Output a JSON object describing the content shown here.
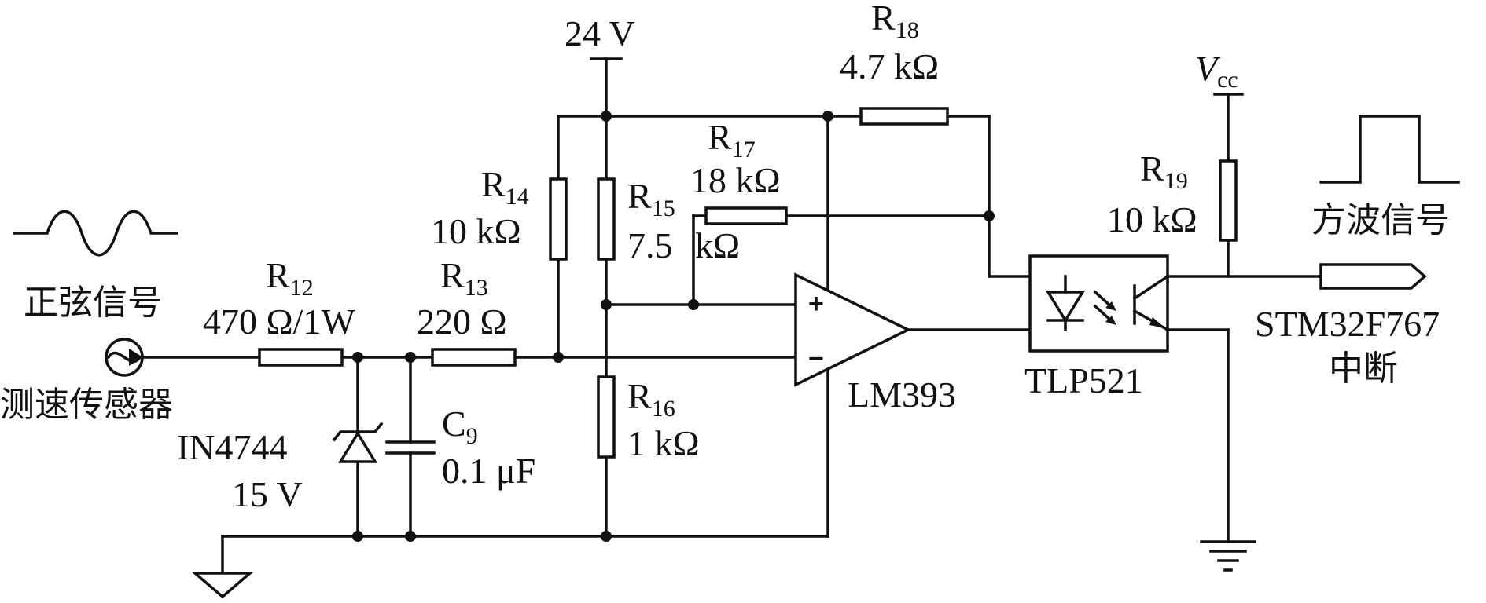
{
  "supply": {
    "label": "24 V"
  },
  "vcc": {
    "main": "V",
    "sub": "cc"
  },
  "resistors": {
    "r12": {
      "name": "R",
      "idx": "12",
      "value": "470 Ω/1W"
    },
    "r13": {
      "name": "R",
      "idx": "13",
      "value": "220 Ω"
    },
    "r14": {
      "name": "R",
      "idx": "14",
      "value": "10 kΩ"
    },
    "r15": {
      "name": "R",
      "idx": "15",
      "value_a": "7.5",
      "value_b": "kΩ"
    },
    "r16": {
      "name": "R",
      "idx": "16",
      "value": "1 kΩ"
    },
    "r17": {
      "name": "R",
      "idx": "17",
      "value": "18 kΩ"
    },
    "r18": {
      "name": "R",
      "idx": "18",
      "value": "4.7 kΩ"
    },
    "r19": {
      "name": "R",
      "idx": "19",
      "value": "10 kΩ"
    }
  },
  "capacitor": {
    "name": "C",
    "idx": "9",
    "value": "0.1 μF"
  },
  "zener": {
    "part": "IN4744",
    "voltage": "15 V"
  },
  "comparator": {
    "part": "LM393",
    "plus": "+",
    "minus": "−"
  },
  "optocoupler": {
    "part": "TLP521"
  },
  "sensor": {
    "signal": "正弦信号",
    "name": "测速传感器"
  },
  "output": {
    "signal": "方波信号",
    "mcu": "STM32F767",
    "irq": "中断"
  }
}
